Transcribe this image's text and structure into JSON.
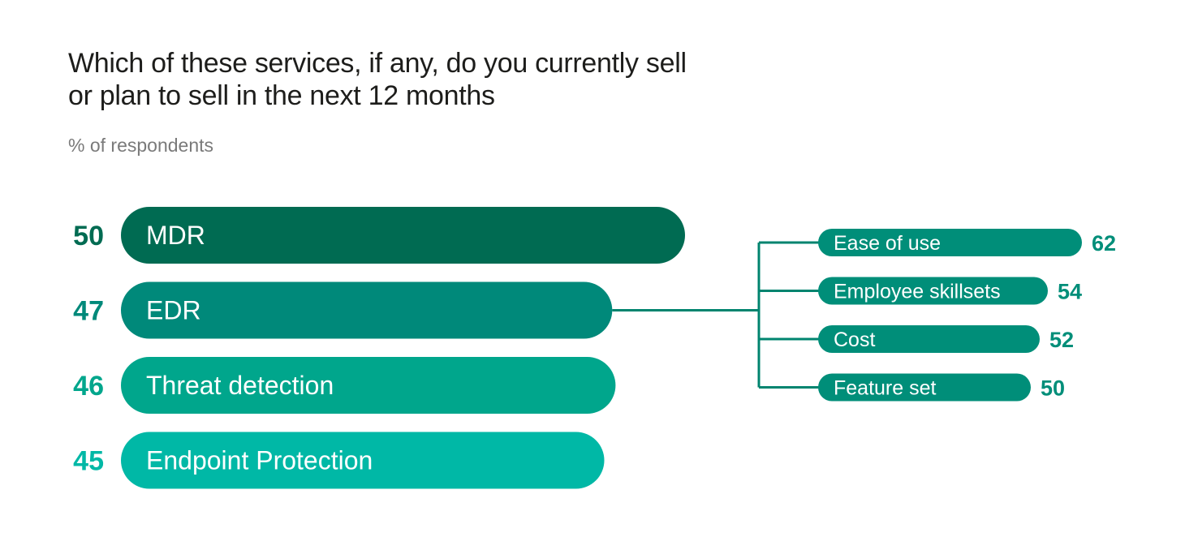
{
  "title_line1": "Which of these services, if any, do you currently sell",
  "title_line2": "or plan to sell in the next 12 months",
  "subtitle": "% of respondents",
  "colors": {
    "mdr": "#006b52",
    "edr": "#00897a",
    "threat": "#00a68c",
    "endpoint": "#00b8a6",
    "sub_bar": "#008e79",
    "connector": "#00846f"
  },
  "chart_data": [
    {
      "type": "bar",
      "orientation": "horizontal",
      "categories": [
        "MDR",
        "EDR",
        "Threat detection",
        "Endpoint Protection"
      ],
      "values": [
        50,
        47,
        46,
        45
      ],
      "ylabel": "% of respondents"
    },
    {
      "type": "bar",
      "orientation": "horizontal",
      "categories": [
        "Ease of use",
        "Employee skillsets",
        "Cost",
        "Feature set"
      ],
      "values": [
        62,
        54,
        52,
        50
      ],
      "parent_category": "EDR"
    }
  ]
}
